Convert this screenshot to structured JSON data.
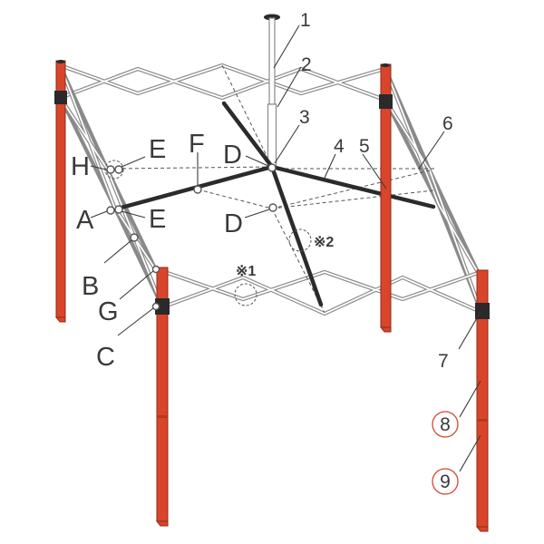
{
  "labels": {
    "n1": "1",
    "n2": "2",
    "n3": "3",
    "n4": "4",
    "n5": "5",
    "n6": "6",
    "n7": "7",
    "n8": "8",
    "n9": "9",
    "A": "A",
    "B": "B",
    "C": "C",
    "D_upper": "D",
    "D_lower": "D",
    "E_upper": "E",
    "E_lower": "E",
    "F": "F",
    "G": "G",
    "H": "H",
    "note1": "※1",
    "note2": "※2"
  },
  "colors": {
    "leg": "#d9452b",
    "frame": "#8a8a8a",
    "rib": "#2b2b2b",
    "label_circle": "#d9452b"
  }
}
